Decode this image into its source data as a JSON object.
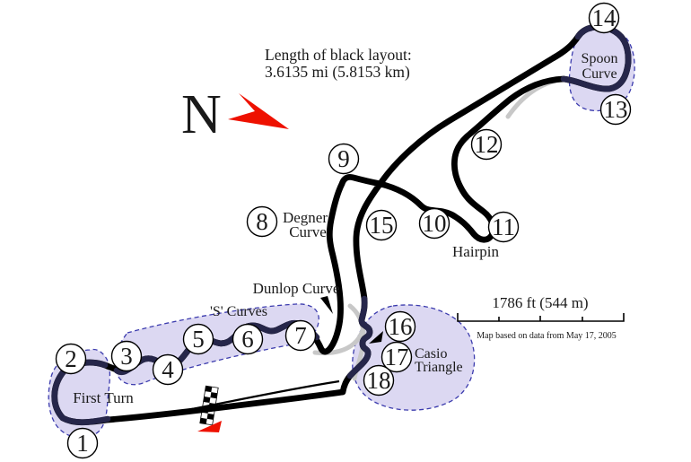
{
  "map": {
    "length_note": {
      "line1": "Length of black layout:",
      "line2": "3.6135 mi (5.8153 km)"
    },
    "compass_label": "N",
    "corner_numbers": [
      "1",
      "2",
      "3",
      "4",
      "5",
      "6",
      "7",
      "8",
      "9",
      "10",
      "11",
      "12",
      "13",
      "14",
      "15",
      "16",
      "17",
      "18"
    ],
    "labels": {
      "first_turn": "First Turn",
      "s_curves": "'S' Curves",
      "dunlop": "Dunlop Curve",
      "degner_line1": "Degner",
      "degner_line2": "Curve",
      "hairpin": "Hairpin",
      "spoon_line1": "Spoon",
      "spoon_line2": "Curve",
      "casio_line1": "Casio",
      "casio_line2": "Triangle"
    },
    "scale_bar": {
      "label": "1786 ft (544 m)",
      "source_note": "Map based on data from May 17, 2005"
    },
    "colors": {
      "track": "#000000",
      "named_corner_track": "#26264a",
      "corner_region_fill": "#dcd8f2",
      "corner_region_border": "#3c3cae",
      "alternate_layout": "#c8c8c8",
      "accent_red": "#ee1100"
    }
  }
}
